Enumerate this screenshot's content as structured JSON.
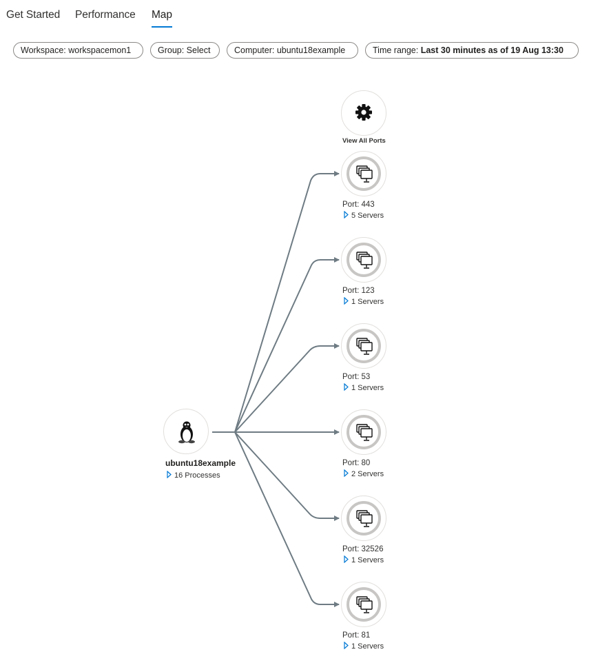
{
  "tabs": [
    {
      "label": "Get Started"
    },
    {
      "label": "Performance"
    },
    {
      "label": "Map",
      "active": true
    }
  ],
  "filters": {
    "workspace": "Workspace: workspacemon1",
    "group": "Group: Select",
    "computer": "Computer: ubuntu18example",
    "time_prefix": "Time range: ",
    "time_value": "Last 30 minutes as of 19 Aug 13:30"
  },
  "map": {
    "computer": {
      "name": "ubuntu18example",
      "processes": "16 Processes",
      "icon": "linux-penguin-icon"
    },
    "all_ports": {
      "label": "View All Ports",
      "icon": "gear-icon"
    },
    "ports": [
      {
        "port": "Port: 443",
        "servers": "5 Servers"
      },
      {
        "port": "Port: 123",
        "servers": "1 Servers"
      },
      {
        "port": "Port: 53",
        "servers": "1 Servers"
      },
      {
        "port": "Port: 80",
        "servers": "2 Servers"
      },
      {
        "port": "Port: 32526",
        "servers": "1 Servers"
      },
      {
        "port": "Port: 81",
        "servers": "1 Servers"
      }
    ]
  },
  "colors": {
    "accent": "#0078d4",
    "link_line": "#6e7b83",
    "ring": "#c8c6c4"
  }
}
